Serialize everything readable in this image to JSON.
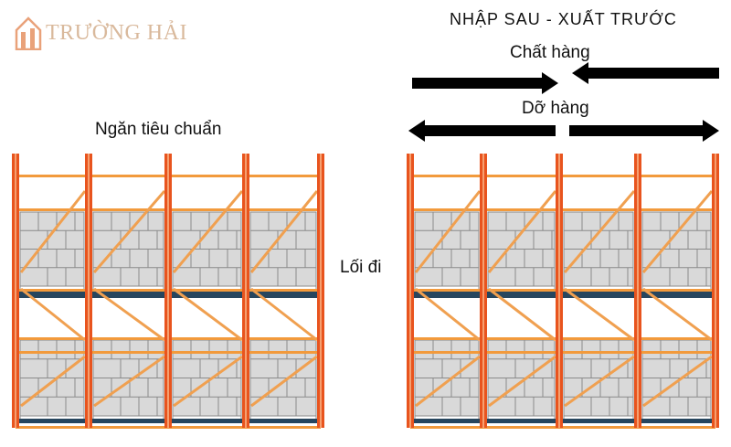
{
  "logo": {
    "text": "TRƯỜNG HẢI",
    "icon": "house-logo-icon"
  },
  "diagram": {
    "title": "NHẬP SAU - XUẤT TRƯỚC",
    "loading_label": "Chất hàng",
    "unloading_label": "Dỡ hàng",
    "standard_bay_label": "Ngăn tiêu chuẩn",
    "aisle_label": "Lối đi"
  },
  "colors": {
    "upright": "#e8541e",
    "beam": "#f29a3c",
    "brace": "#f0a050",
    "pallet_load": "#d9d9d9",
    "pallet_line": "#8a8a8a",
    "shelf_blue": "#27465e",
    "arrow": "#000000",
    "logo": "#e9a27a"
  }
}
